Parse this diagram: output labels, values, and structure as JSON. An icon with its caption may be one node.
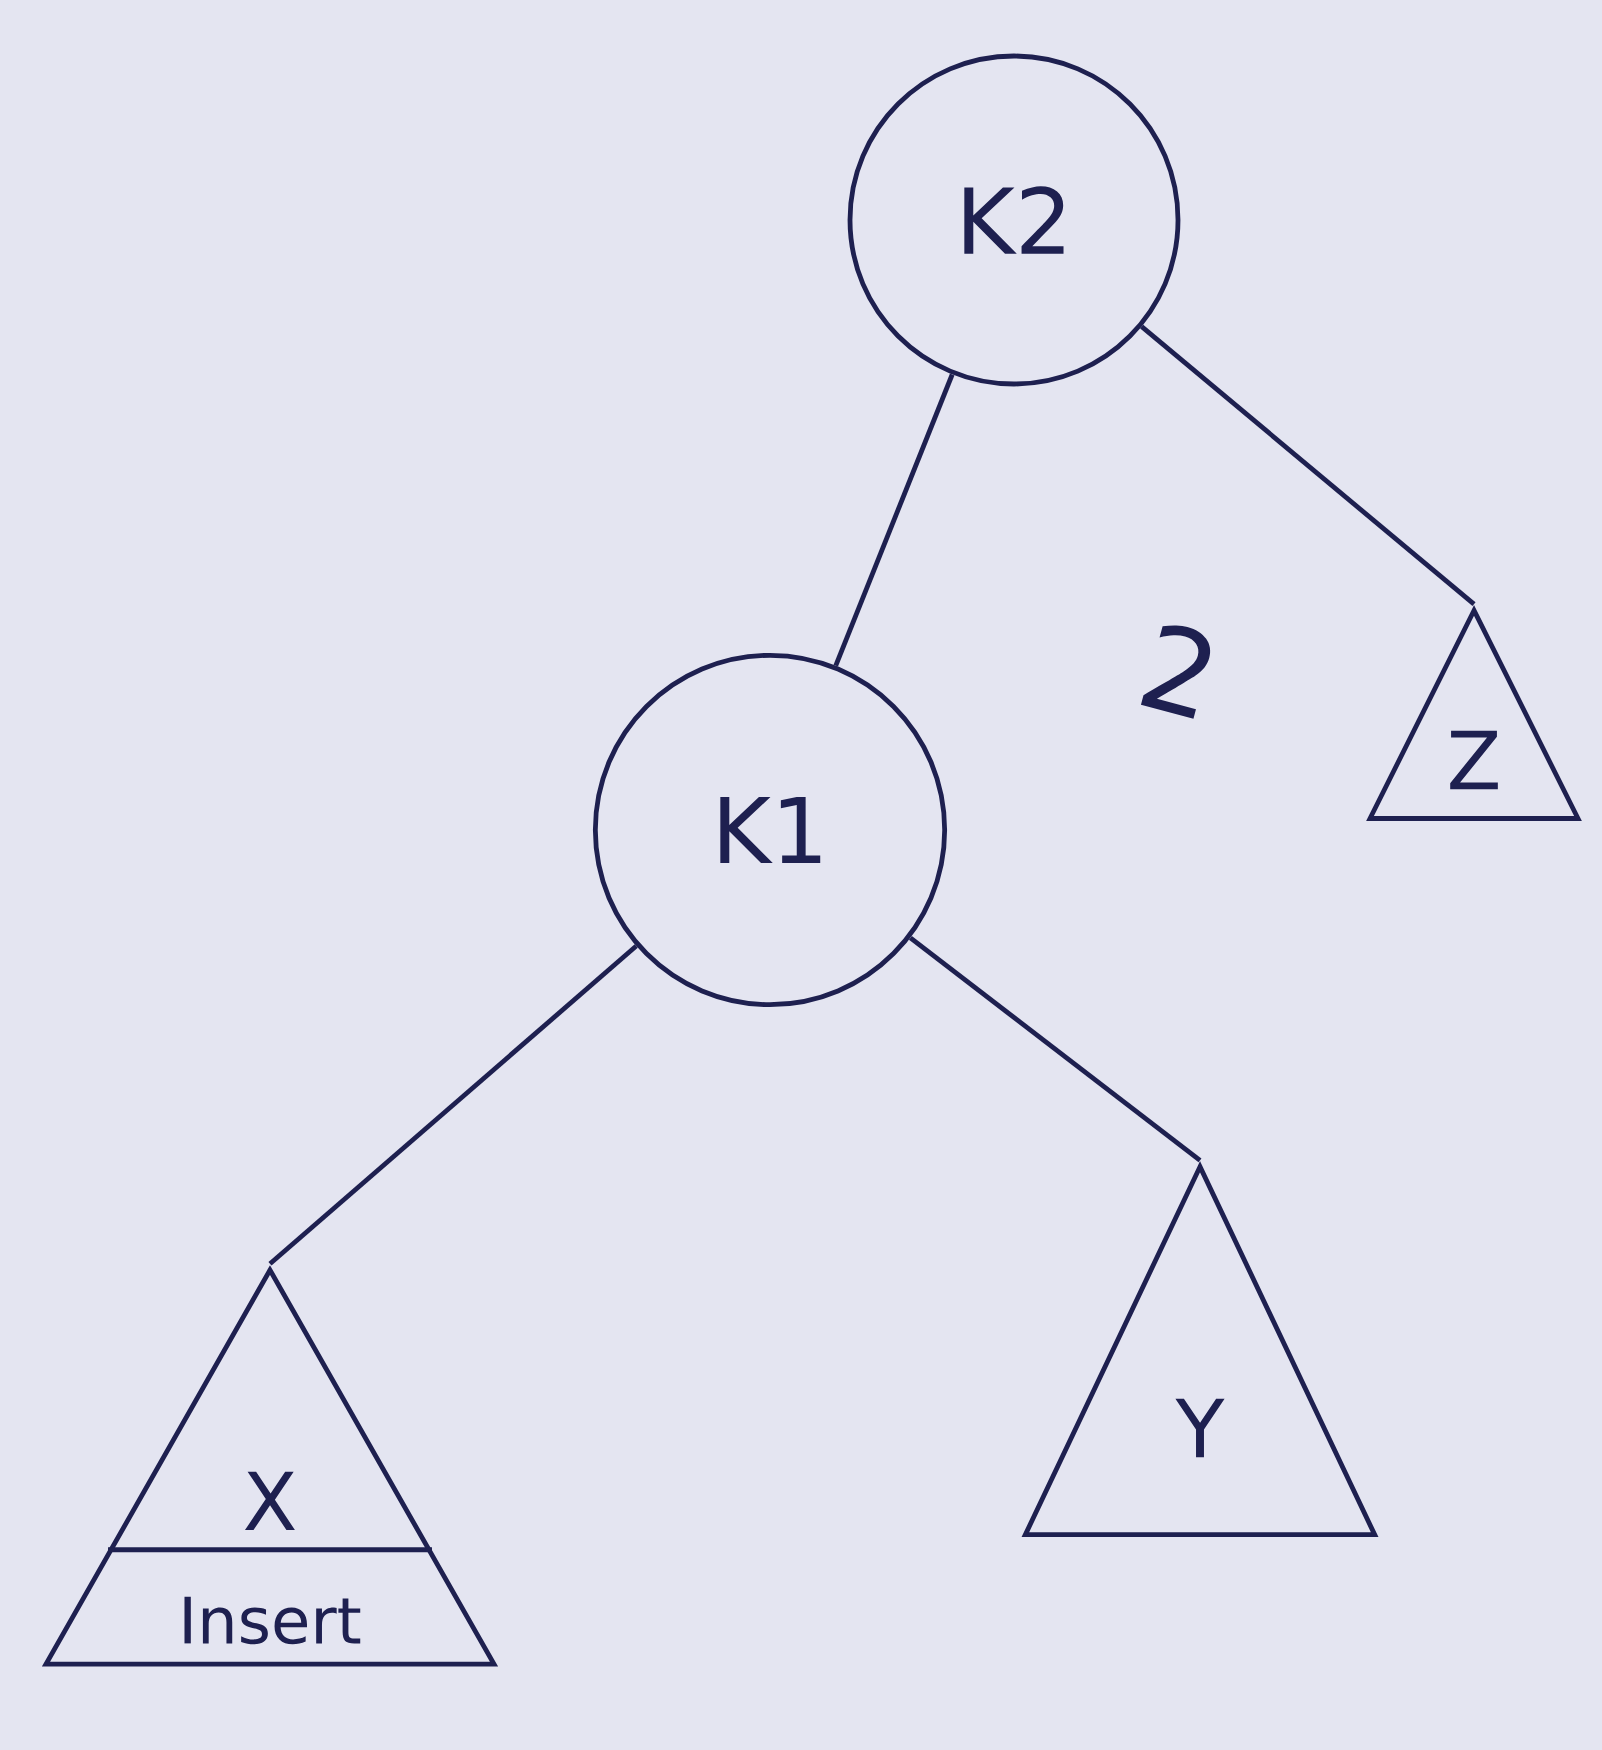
{
  "diagram": {
    "nodes": [
      {
        "text": [
          "K2"
        ]
      },
      {
        "text": [
          "K1"
        ]
      },
      {
        "text": [
          "Z"
        ]
      },
      {
        "text": [
          "X",
          "Insert"
        ]
      },
      {
        "text": [
          "Y"
        ]
      }
    ],
    "edges": [
      {
        "from": 0,
        "to": 1,
        "arrow": "none"
      },
      {
        "from": 0,
        "to": 2,
        "arrow": "none"
      },
      {
        "from": 1,
        "to": 3,
        "arrow": "none"
      },
      {
        "from": 1,
        "to": 4,
        "arrow": "none"
      }
    ],
    "labels": [
      "2"
    ]
  }
}
